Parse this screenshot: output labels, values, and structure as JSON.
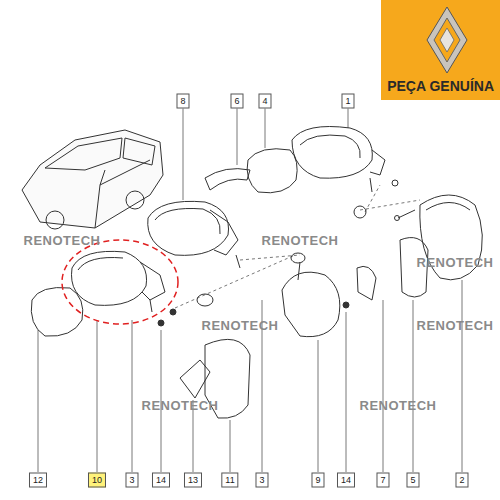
{
  "diagram": {
    "nodes": [
      {
        "text": [
          "PEÇA GENUÍNA"
        ]
      }
    ],
    "labels": [
      "8",
      "6",
      "4",
      "1",
      "12",
      "10",
      "3",
      "14",
      "13",
      "11",
      "3",
      "9",
      "14",
      "7",
      "5",
      "2",
      "RENOTECH",
      "RENOTECH",
      "RENOTECH",
      "RENOTECH",
      "RENOTECH",
      "RENOTECH",
      "RENOTECH"
    ]
  }
}
